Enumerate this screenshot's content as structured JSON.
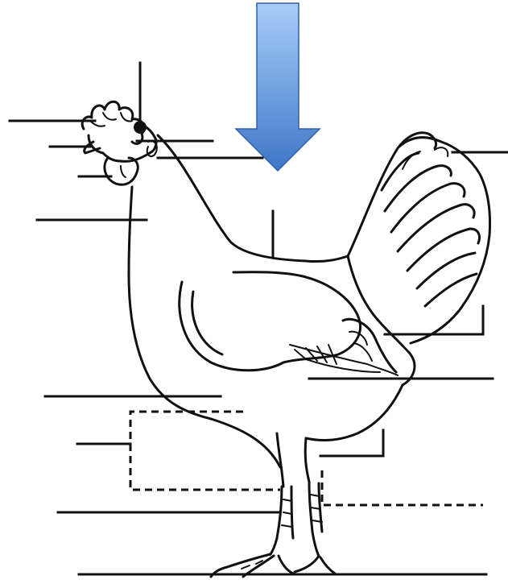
{
  "diagram": {
    "subject": "chicken",
    "label_blanks_count": 17,
    "arrow": {
      "direction": "down",
      "color_top": "#9cc3f5",
      "color_bottom": "#3f78c8",
      "outline": "#2f5fa8"
    }
  }
}
